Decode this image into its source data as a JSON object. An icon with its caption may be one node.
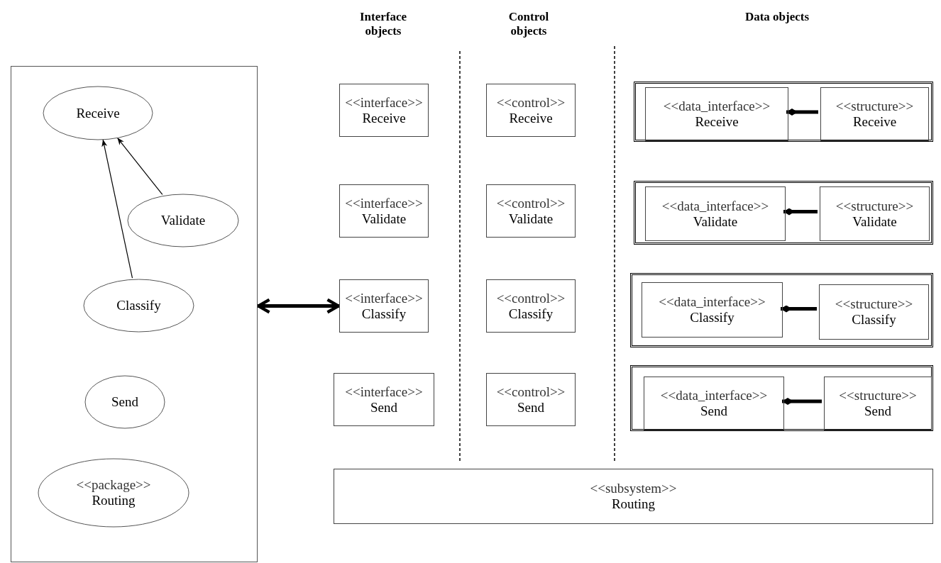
{
  "diagram": {
    "nodes": [
      {
        "text": [],
        "shape": "box"
      },
      {
        "text": [
          "Receive"
        ],
        "in": 0
      },
      {
        "text": [
          "Validate"
        ],
        "in": 0
      },
      {
        "text": [
          "Classify"
        ],
        "in": 0
      },
      {
        "text": [
          "Send"
        ],
        "in": 0
      },
      {
        "text": [
          "<<package>>",
          "Routing"
        ],
        "in": 0
      },
      {
        "text": [
          "<<interface>>",
          "Receive"
        ]
      },
      {
        "text": [
          "<<interface>>",
          "Validate"
        ]
      },
      {
        "text": [
          "<<interface>>",
          "Classify"
        ]
      },
      {
        "text": [
          "<<interface>>",
          "Send"
        ]
      },
      {
        "text": [
          "<<control>>",
          "Receive"
        ]
      },
      {
        "text": [
          "<<control>>",
          "Validate"
        ]
      },
      {
        "text": [
          "<<control>>",
          "Classify"
        ]
      },
      {
        "text": [
          "<<control>>",
          "Send"
        ]
      },
      {
        "text": [],
        "shape": "box"
      },
      {
        "text": [
          "<<data_interface>>",
          "Receive"
        ],
        "in": 14
      },
      {
        "text": [
          "<<structure>>",
          "Receive"
        ],
        "in": 14
      },
      {
        "text": [],
        "shape": "box"
      },
      {
        "text": [
          "<<data_interface>>",
          "Validate"
        ],
        "in": 17
      },
      {
        "text": [
          "<<structure>>",
          "Validate"
        ],
        "in": 17
      },
      {
        "text": [],
        "shape": "box"
      },
      {
        "text": [
          "<<data_interface>>",
          "Classify"
        ],
        "in": 20
      },
      {
        "text": [
          "<<structure>>",
          "Classify"
        ],
        "in": 20
      },
      {
        "text": [],
        "shape": "box"
      },
      {
        "text": [
          "<<data_interface>>",
          "Send"
        ],
        "in": 23
      },
      {
        "text": [
          "<<structure>>",
          "Send"
        ],
        "in": 23
      },
      {
        "text": [
          "<<subsystem>>",
          "Routing"
        ]
      }
    ],
    "edges": [
      {
        "from": 2,
        "to": 1,
        "arrow": "to"
      },
      {
        "from": 3,
        "to": 1,
        "arrow": "to"
      },
      {
        "from": 0,
        "to": 8,
        "arrow": "both"
      },
      {
        "from": 16,
        "to": 15,
        "arrow": "other"
      },
      {
        "from": 19,
        "to": 18,
        "arrow": "other"
      },
      {
        "from": 22,
        "to": 21,
        "arrow": "other"
      },
      {
        "from": 25,
        "to": 24,
        "arrow": "other"
      }
    ],
    "labels": [
      "Interface objects",
      "Control objects",
      "Data objects"
    ]
  }
}
